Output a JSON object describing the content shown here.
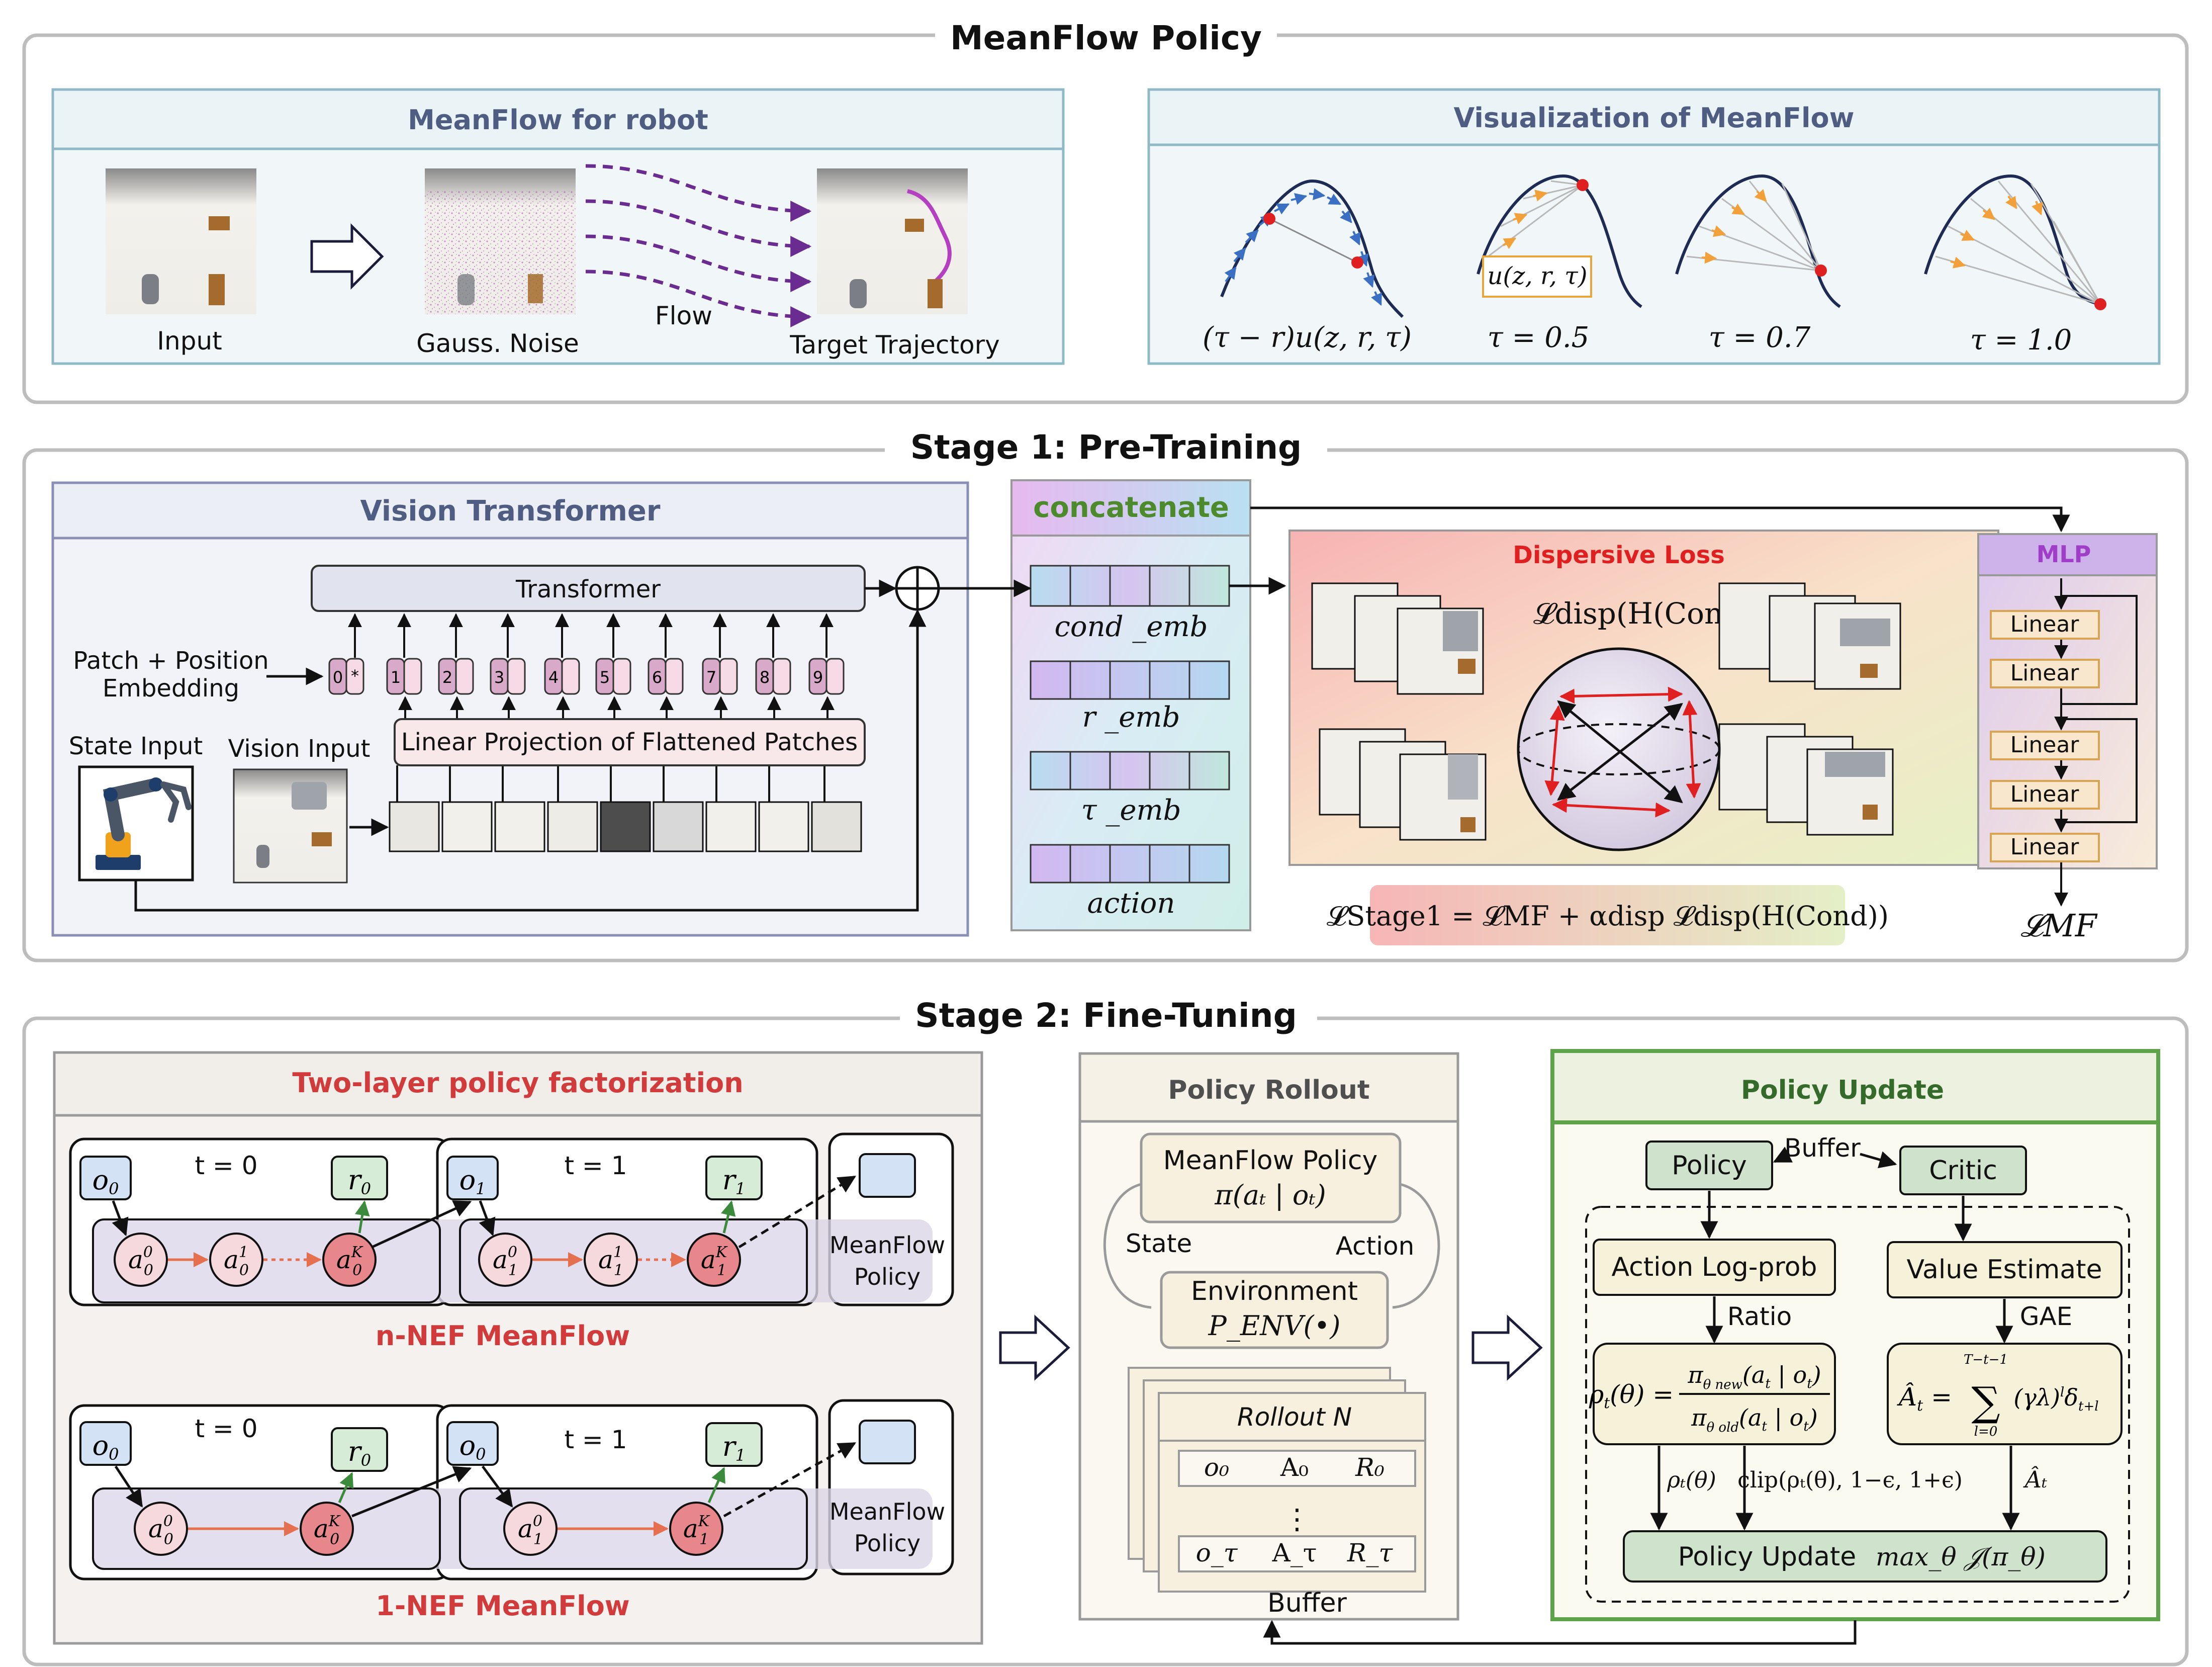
{
  "sections": {
    "meanflow": {
      "title": "MeanFlow Policy",
      "robot_panel": {
        "title": "MeanFlow for robot",
        "labels": [
          "Input",
          "Gauss. Noise",
          "Flow",
          "Target Trajectory"
        ]
      },
      "viz_panel": {
        "title": "Visualization of MeanFlow",
        "labels": [
          "(τ − r)u(z, r, τ)",
          "u(z, r, τ)",
          "τ = 0.5",
          "τ = 0.7",
          "τ = 1.0"
        ]
      }
    },
    "stage1": {
      "title": "Stage 1: Pre-Training",
      "vit": {
        "title": "Vision Transformer",
        "transformer": "Transformer",
        "patch_label": [
          "Patch + Position",
          "Embedding"
        ],
        "tokens": [
          "0",
          "*",
          "1",
          "2",
          "3",
          "4",
          "5",
          "6",
          "7",
          "8",
          "9"
        ],
        "projection": "Linear Projection of Flattened Patches",
        "state_input": "State Input",
        "vision_input": "Vision Input"
      },
      "concat": {
        "title": "concatenate",
        "embs": [
          "cond _emb",
          "r _emb",
          "τ _emb",
          "action"
        ]
      },
      "dispersive": {
        "title": "Dispersive Loss",
        "loss": "𝓛disp(H(Cond))",
        "stage_loss": "𝓛Stage1 = 𝓛MF + αdisp 𝓛disp(H(Cond))"
      },
      "mlp": {
        "title": "MLP",
        "layers": [
          "Linear",
          "Linear",
          "Linear",
          "Linear",
          "Linear"
        ],
        "loss": "𝓛MF"
      }
    },
    "stage2": {
      "title": "Stage 2: Fine-Tuning",
      "factorization": {
        "title": "Two-layer policy factorization",
        "t0": "t = 0",
        "t1": "t = 1",
        "n_nef": "n-NEF MeanFlow",
        "one_nef": "1-NEF MeanFlow",
        "meanflow_policy": [
          "MeanFlow",
          "Policy"
        ]
      },
      "rollout": {
        "title": "Policy Rollout",
        "policy": "MeanFlow Policy",
        "policy_math": "π(aₜ | oₜ)",
        "state": "State",
        "action": "Action",
        "env": "Environment",
        "env_math": "P_ENV(•)",
        "rollout_n": "Rollout N",
        "rows": [
          [
            "o₀",
            "A₀",
            "R₀"
          ],
          [
            "o_τ",
            "A_τ",
            "R_τ"
          ]
        ],
        "dots": "⋮",
        "buffer": "Buffer"
      },
      "update": {
        "title": "Policy Update",
        "policy": "Policy",
        "buffer": "Buffer",
        "critic": "Critic",
        "logprob": "Action Log-prob",
        "value": "Value Estimate",
        "ratio": "Ratio",
        "gae": "GAE",
        "rho_label": "ρₜ(θ)",
        "clip_label": "clip(ρₜ(θ), 1−ϵ, 1+ϵ)",
        "adv_label": "Âₜ",
        "update": "Policy Update",
        "update_math": "max_θ 𝒥(π_θ)"
      }
    }
  }
}
